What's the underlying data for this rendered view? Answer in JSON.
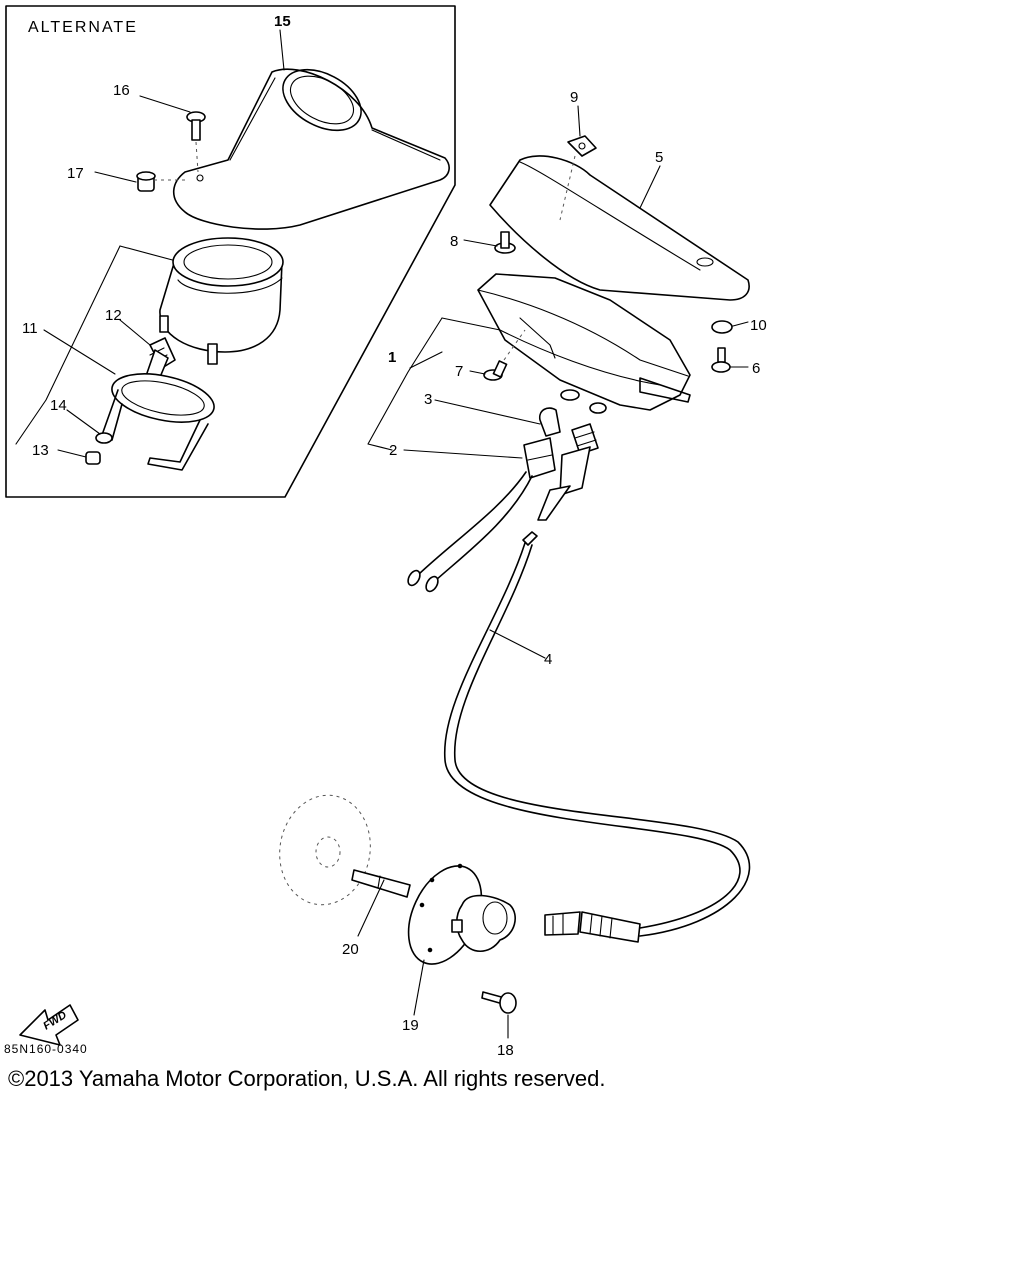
{
  "diagram": {
    "inset_label": "ALTERNATE",
    "part_code": "85N160-0340",
    "fwd_label": "FWD",
    "callouts": {
      "c1": "1",
      "c2": "2",
      "c3": "3",
      "c4": "4",
      "c5": "5",
      "c6": "6",
      "c7": "7",
      "c8": "8",
      "c9": "9",
      "c10": "10",
      "c11": "11",
      "c12": "12",
      "c13": "13",
      "c14": "14",
      "c15": "15",
      "c16": "16",
      "c17": "17",
      "c18": "18",
      "c19": "19",
      "c20": "20"
    }
  },
  "copyright": "©2013 Yamaha Motor Corporation, U.S.A. All rights reserved."
}
